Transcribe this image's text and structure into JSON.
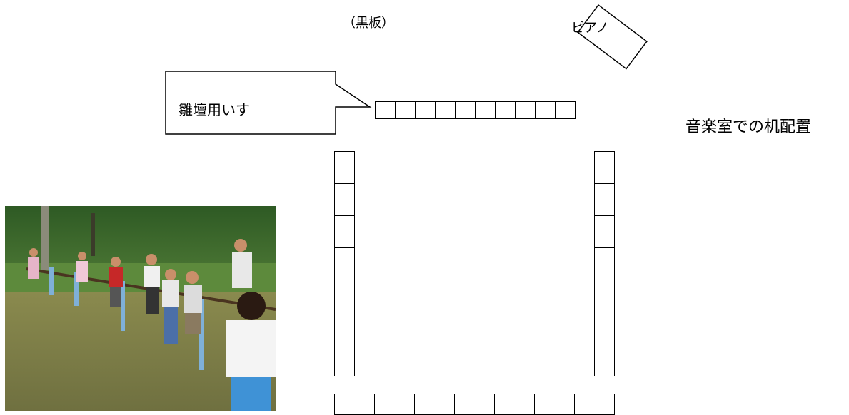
{
  "labels": {
    "blackboard": "（黒板）",
    "piano": "ピアノ",
    "callout": "雛壇用いす",
    "title": "音楽室での机配置"
  },
  "layout_counts": {
    "top_row_chairs": 10,
    "left_column_desks": 7,
    "right_column_desks": 7,
    "bottom_row_desks": 7
  },
  "photo": {
    "description_icon": "outdoor-children-photo-icon"
  }
}
